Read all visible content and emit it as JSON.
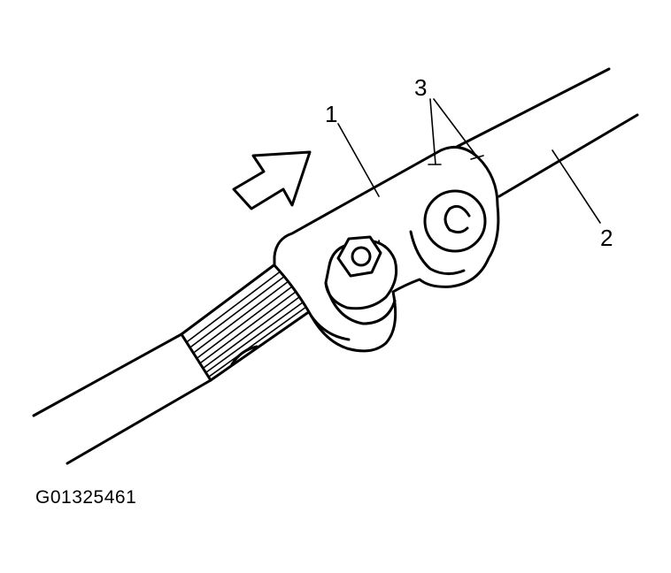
{
  "diagram": {
    "callouts": [
      {
        "id": "1",
        "label": "1"
      },
      {
        "id": "2",
        "label": "2"
      },
      {
        "id": "3",
        "label": "3"
      }
    ],
    "figure_id": "G01325461"
  },
  "colors": {
    "ink": "#000000",
    "background": "#ffffff"
  },
  "icons": {
    "direction": "arrow-icon",
    "bolt": "bolt-icon"
  }
}
